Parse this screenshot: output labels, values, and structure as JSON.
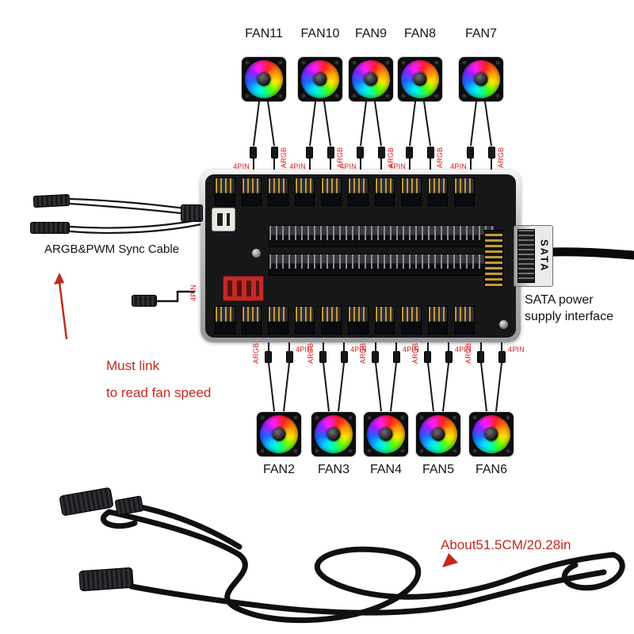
{
  "fans": {
    "top": [
      "FAN11",
      "FAN10",
      "FAN9",
      "FAN8",
      "FAN7"
    ],
    "bottom": [
      "FAN2",
      "FAN3",
      "FAN4",
      "FAN5",
      "FAN6"
    ]
  },
  "port_labels": {
    "pwm": "4PIN",
    "argb": "ARGB"
  },
  "labels": {
    "sync_cable": "ARGB&PWM Sync Cable",
    "must_link_1": "Must link",
    "must_link_2": "to read fan speed",
    "sata": "SATA",
    "sata_power_1": "SATA power",
    "sata_power_2": "supply interface",
    "cable_length": "About51.5CM/20.28in",
    "sense_port": "4PIN"
  },
  "colors": {
    "annotation_red": "#c2281e",
    "port_label_red": "#d61d1d",
    "pcb_black": "#17171a",
    "board_edge_silver": "#c6c6c9"
  }
}
